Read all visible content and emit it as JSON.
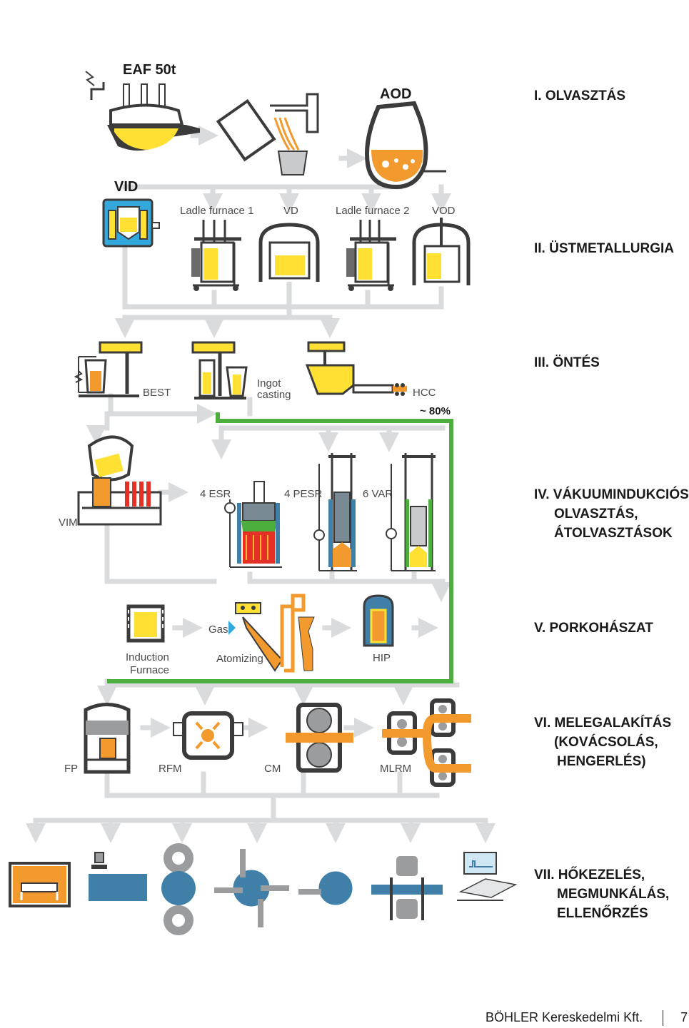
{
  "stages": [
    {
      "number": "I.",
      "lines": [
        "OLVASZTÁS"
      ]
    },
    {
      "number": "II.",
      "lines": [
        "ÜSTMETALLURGIA"
      ]
    },
    {
      "number": "III.",
      "lines": [
        "ÖNTÉS"
      ]
    },
    {
      "number": "IV.",
      "lines": [
        "VÁKUUMINDUKCIÓS",
        "OLVASZTÁS,",
        "ÁTOLVASZTÁSOK"
      ]
    },
    {
      "number": "V.",
      "lines": [
        "PORKOHÁSZAT"
      ]
    },
    {
      "number": "VI.",
      "lines": [
        "MELEGALAKÍTÁS",
        "(KOVÁCSOLÁS,",
        "HENGERLÉS)"
      ]
    },
    {
      "number": "VII.",
      "lines": [
        "HŐKEZELÉS,",
        "MEGMUNKÁLÁS,",
        "ELLENŐRZÉS"
      ]
    }
  ],
  "labels": {
    "eaf": "EAF 50t",
    "aod": "AOD",
    "vid": "VID",
    "ladle1": "Ladle furnace 1",
    "vd": "VD",
    "ladle2": "Ladle furnace 2",
    "vod": "VOD",
    "best": "BEST",
    "ingot1": "Ingot",
    "ingot2": "casting",
    "hcc": "HCC",
    "percent": "~ 80%",
    "vim": "VIM",
    "esr": "4 ESR",
    "pesr": "4 PESR",
    "var": "6 VAR",
    "induction1": "Induction",
    "induction2": "Furnace",
    "gas": "Gas",
    "atomizing": "Atomizing",
    "hip": "HIP",
    "fp": "FP",
    "rfm": "RFM",
    "cm": "CM",
    "mlrm": "MLRM"
  },
  "footer": {
    "company": "BÖHLER Kereskedelmi Kft.",
    "page": "7"
  },
  "colors": {
    "flow": "#d9dbdd",
    "green_route": "#4caf3d",
    "melt": "#ffe033",
    "orange": "#f39a2e",
    "blue": "#33a8dc",
    "steel_blue": "#3f7fa8",
    "dark": "#3b3b3b",
    "red": "#e53025"
  },
  "icons": [
    "eaf-furnace-icon",
    "ladle-pour-icon",
    "aod-converter-icon",
    "vid-furnace-icon",
    "ladle-furnace-icon",
    "vacuum-degasser-icon",
    "vod-icon",
    "best-caster-icon",
    "ingot-casting-icon",
    "hcc-caster-icon",
    "vim-furnace-icon",
    "esr-icon",
    "pesr-icon",
    "var-icon",
    "induction-furnace-icon",
    "atomizer-icon",
    "hip-press-icon",
    "forging-press-icon",
    "radial-forging-icon",
    "cogging-mill-icon",
    "multi-line-mill-icon",
    "heat-treatment-oven-icon",
    "machining-icon",
    "grinding-icon",
    "peeling-icon",
    "turning-icon",
    "straightening-icon",
    "inspection-icon"
  ]
}
